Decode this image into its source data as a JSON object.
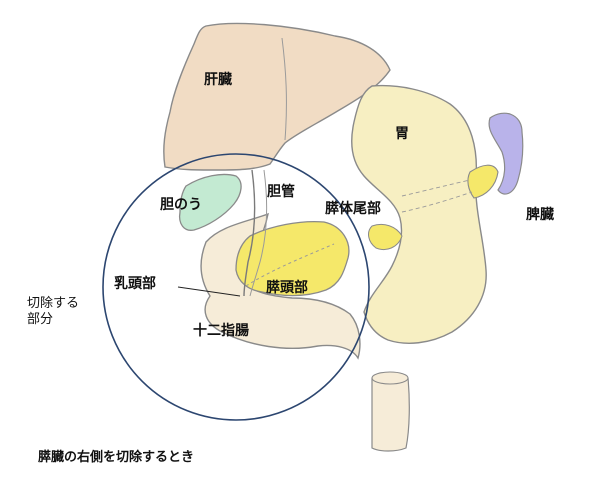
{
  "labels": {
    "liver": "肝臓",
    "stomach": "胃",
    "spleen": "脾臓",
    "gallbladder": "胆のう",
    "bile_duct": "胆管",
    "pancreas_body_tail": "膵体尾部",
    "papilla": "乳頭部",
    "pancreas_head": "膵頭部",
    "duodenum": "十二指腸",
    "resection_area_line1": "切除する",
    "resection_area_line2": "部分"
  },
  "caption": "膵臓の右側を切除するとき",
  "colors": {
    "liver": "#f1dcc4",
    "stomach": "#f7efc2",
    "spleen": "#b9b3ea",
    "gallbladder": "#c3ead2",
    "pancreas": "#f5e86a",
    "duodenum": "#f6ecd8",
    "outline": "#8a8a8a",
    "resection_circle": "#2c4670"
  }
}
